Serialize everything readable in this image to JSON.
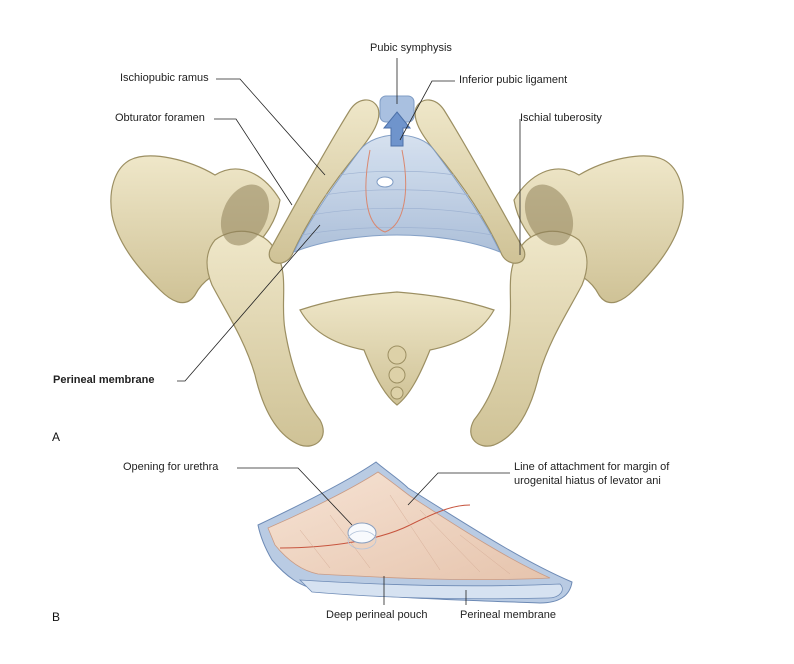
{
  "panels": {
    "a": "A",
    "b": "B"
  },
  "labels_a": {
    "pubic_symphysis": "Pubic symphysis",
    "ischiopubic_ramus": "Ischiopubic ramus",
    "inferior_pubic_ligament": "Inferior pubic ligament",
    "obturator_foramen": "Obturator foramen",
    "ischial_tuberosity": "Ischial tuberosity",
    "perineal_membrane": "Perineal membrane"
  },
  "labels_b": {
    "opening_for_urethra": "Opening for urethra",
    "line_of_attachment_1": "Line of attachment for margin of",
    "line_of_attachment_2": "urogenital hiatus of levator ani",
    "deep_perineal_pouch": "Deep perineal pouch",
    "perineal_membrane": "Perineal membrane"
  },
  "colors": {
    "bone": "#e6dcb8",
    "bone_shadow": "#b3a67c",
    "membrane": "#c5d4e8",
    "arrow": "#6f94cc",
    "pouch": "#f0d9c8"
  }
}
